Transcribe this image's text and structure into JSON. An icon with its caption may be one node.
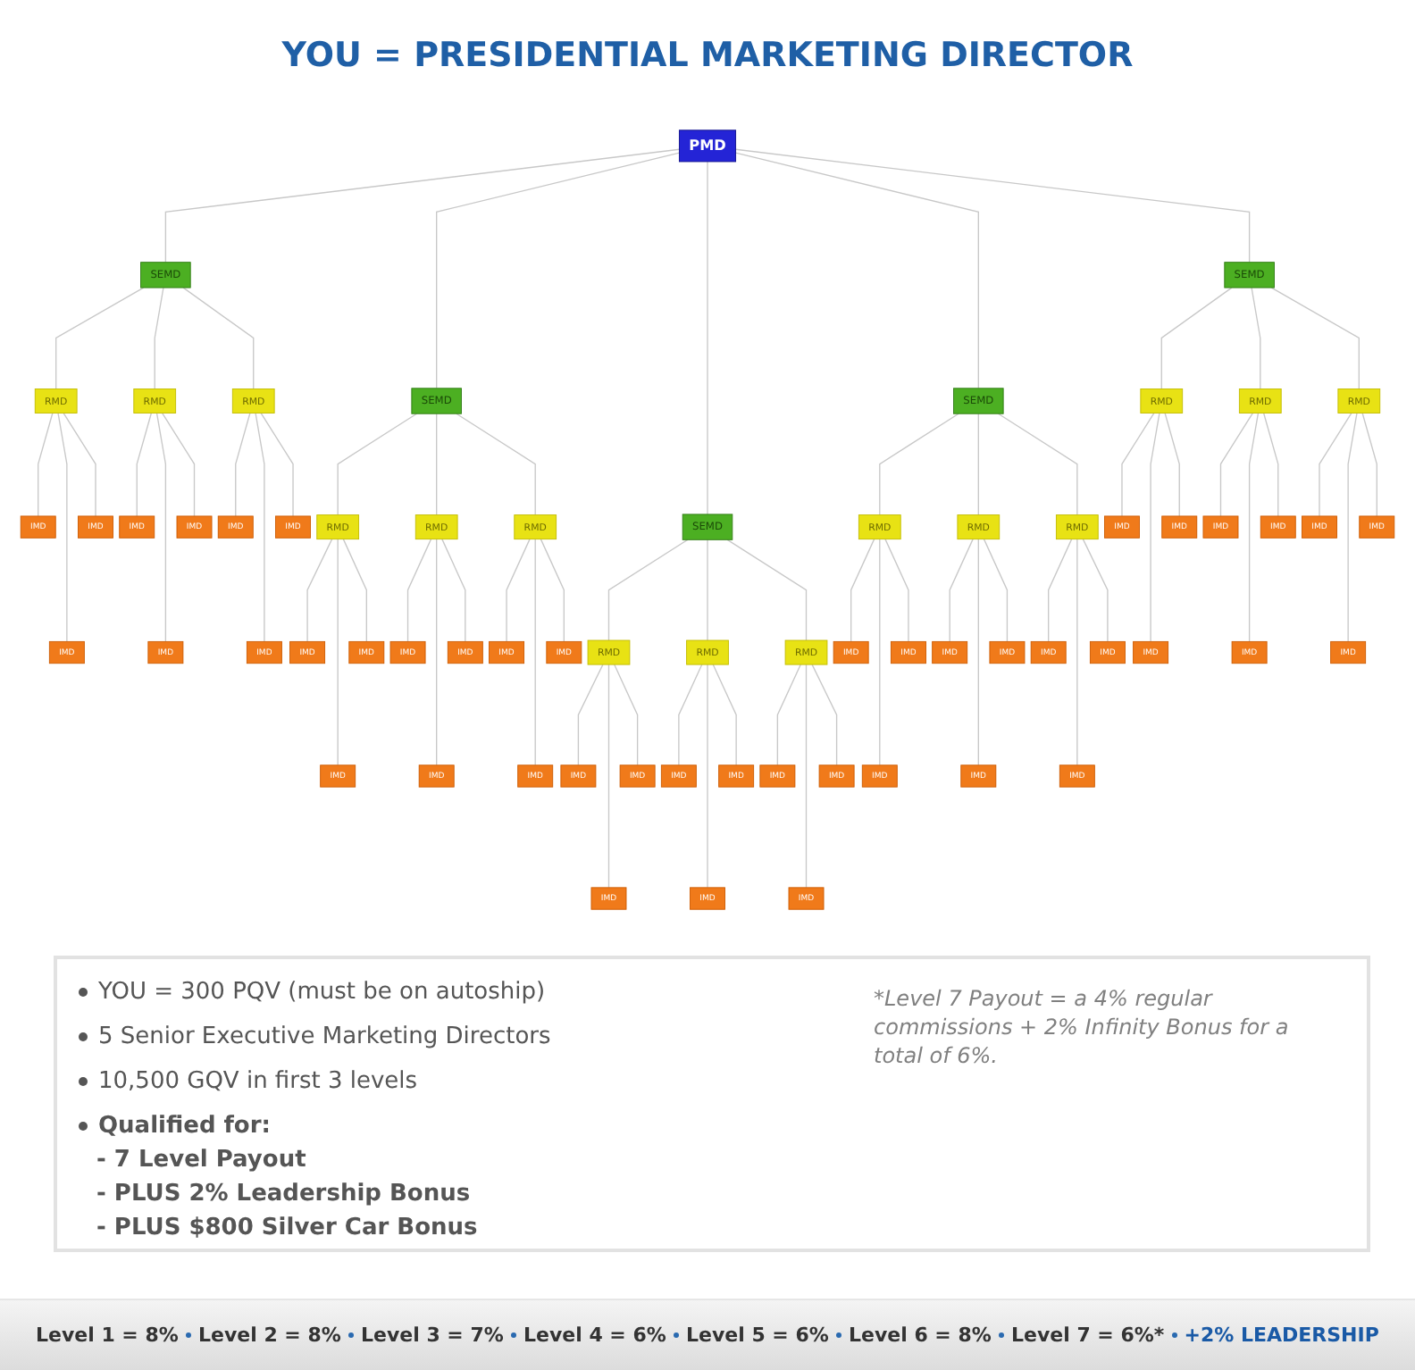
{
  "diagram": {
    "title": "YOU = PRESIDENTIAL MARKETING DIRECTOR",
    "nodes": [
      {
        "text": [
          "PMD"
        ]
      },
      {
        "text": [
          "SEMD"
        ]
      },
      {
        "text": [
          "RMD"
        ]
      },
      {
        "text": [
          "IMD"
        ]
      },
      {
        "text": [
          "IMD"
        ]
      },
      {
        "text": [
          "IMD"
        ]
      },
      {
        "text": [
          "RMD"
        ]
      },
      {
        "text": [
          "IMD"
        ]
      },
      {
        "text": [
          "IMD"
        ]
      },
      {
        "text": [
          "IMD"
        ]
      },
      {
        "text": [
          "RMD"
        ]
      },
      {
        "text": [
          "IMD"
        ]
      },
      {
        "text": [
          "IMD"
        ]
      },
      {
        "text": [
          "IMD"
        ]
      },
      {
        "text": [
          "SEMD"
        ]
      },
      {
        "text": [
          "RMD"
        ]
      },
      {
        "text": [
          "IMD"
        ]
      },
      {
        "text": [
          "IMD"
        ]
      },
      {
        "text": [
          "IMD"
        ]
      },
      {
        "text": [
          "RMD"
        ]
      },
      {
        "text": [
          "IMD"
        ]
      },
      {
        "text": [
          "IMD"
        ]
      },
      {
        "text": [
          "IMD"
        ]
      },
      {
        "text": [
          "RMD"
        ]
      },
      {
        "text": [
          "IMD"
        ]
      },
      {
        "text": [
          "IMD"
        ]
      },
      {
        "text": [
          "IMD"
        ]
      },
      {
        "text": [
          "SEMD"
        ]
      },
      {
        "text": [
          "RMD"
        ]
      },
      {
        "text": [
          "IMD"
        ]
      },
      {
        "text": [
          "IMD"
        ]
      },
      {
        "text": [
          "IMD"
        ]
      },
      {
        "text": [
          "RMD"
        ]
      },
      {
        "text": [
          "IMD"
        ]
      },
      {
        "text": [
          "IMD"
        ]
      },
      {
        "text": [
          "IMD"
        ]
      },
      {
        "text": [
          "RMD"
        ]
      },
      {
        "text": [
          "IMD"
        ]
      },
      {
        "text": [
          "IMD"
        ]
      },
      {
        "text": [
          "IMD"
        ]
      },
      {
        "text": [
          "SEMD"
        ]
      },
      {
        "text": [
          "RMD"
        ]
      },
      {
        "text": [
          "IMD"
        ]
      },
      {
        "text": [
          "IMD"
        ]
      },
      {
        "text": [
          "IMD"
        ]
      },
      {
        "text": [
          "RMD"
        ]
      },
      {
        "text": [
          "IMD"
        ]
      },
      {
        "text": [
          "IMD"
        ]
      },
      {
        "text": [
          "IMD"
        ]
      },
      {
        "text": [
          "RMD"
        ]
      },
      {
        "text": [
          "IMD"
        ]
      },
      {
        "text": [
          "IMD"
        ]
      },
      {
        "text": [
          "IMD"
        ]
      },
      {
        "text": [
          "SEMD"
        ]
      },
      {
        "text": [
          "RMD"
        ]
      },
      {
        "text": [
          "IMD"
        ]
      },
      {
        "text": [
          "IMD"
        ]
      },
      {
        "text": [
          "IMD"
        ]
      },
      {
        "text": [
          "RMD"
        ]
      },
      {
        "text": [
          "IMD"
        ]
      },
      {
        "text": [
          "IMD"
        ]
      },
      {
        "text": [
          "IMD"
        ]
      },
      {
        "text": [
          "RMD"
        ]
      },
      {
        "text": [
          "IMD"
        ]
      },
      {
        "text": [
          "IMD"
        ]
      },
      {
        "text": [
          "IMD"
        ]
      }
    ],
    "edges": [
      {
        "from": 0,
        "to": 1,
        "arrow": "none"
      },
      {
        "from": 1,
        "to": 2,
        "arrow": "none"
      },
      {
        "from": 2,
        "to": 3,
        "arrow": "none"
      },
      {
        "from": 2,
        "to": 4,
        "arrow": "none"
      },
      {
        "from": 2,
        "to": 5,
        "arrow": "none"
      },
      {
        "from": 1,
        "to": 6,
        "arrow": "none"
      },
      {
        "from": 6,
        "to": 7,
        "arrow": "none"
      },
      {
        "from": 6,
        "to": 8,
        "arrow": "none"
      },
      {
        "from": 6,
        "to": 9,
        "arrow": "none"
      },
      {
        "from": 1,
        "to": 10,
        "arrow": "none"
      },
      {
        "from": 10,
        "to": 11,
        "arrow": "none"
      },
      {
        "from": 10,
        "to": 12,
        "arrow": "none"
      },
      {
        "from": 10,
        "to": 13,
        "arrow": "none"
      },
      {
        "from": 0,
        "to": 14,
        "arrow": "none"
      },
      {
        "from": 14,
        "to": 15,
        "arrow": "none"
      },
      {
        "from": 15,
        "to": 16,
        "arrow": "none"
      },
      {
        "from": 15,
        "to": 17,
        "arrow": "none"
      },
      {
        "from": 15,
        "to": 18,
        "arrow": "none"
      },
      {
        "from": 14,
        "to": 19,
        "arrow": "none"
      },
      {
        "from": 19,
        "to": 20,
        "arrow": "none"
      },
      {
        "from": 19,
        "to": 21,
        "arrow": "none"
      },
      {
        "from": 19,
        "to": 22,
        "arrow": "none"
      },
      {
        "from": 14,
        "to": 23,
        "arrow": "none"
      },
      {
        "from": 23,
        "to": 24,
        "arrow": "none"
      },
      {
        "from": 23,
        "to": 25,
        "arrow": "none"
      },
      {
        "from": 23,
        "to": 26,
        "arrow": "none"
      },
      {
        "from": 0,
        "to": 27,
        "arrow": "none"
      },
      {
        "from": 27,
        "to": 28,
        "arrow": "none"
      },
      {
        "from": 28,
        "to": 29,
        "arrow": "none"
      },
      {
        "from": 28,
        "to": 30,
        "arrow": "none"
      },
      {
        "from": 28,
        "to": 31,
        "arrow": "none"
      },
      {
        "from": 27,
        "to": 32,
        "arrow": "none"
      },
      {
        "from": 32,
        "to": 33,
        "arrow": "none"
      },
      {
        "from": 32,
        "to": 34,
        "arrow": "none"
      },
      {
        "from": 32,
        "to": 35,
        "arrow": "none"
      },
      {
        "from": 27,
        "to": 36,
        "arrow": "none"
      },
      {
        "from": 36,
        "to": 37,
        "arrow": "none"
      },
      {
        "from": 36,
        "to": 38,
        "arrow": "none"
      },
      {
        "from": 36,
        "to": 39,
        "arrow": "none"
      },
      {
        "from": 0,
        "to": 40,
        "arrow": "none"
      },
      {
        "from": 40,
        "to": 41,
        "arrow": "none"
      },
      {
        "from": 41,
        "to": 42,
        "arrow": "none"
      },
      {
        "from": 41,
        "to": 43,
        "arrow": "none"
      },
      {
        "from": 41,
        "to": 44,
        "arrow": "none"
      },
      {
        "from": 40,
        "to": 45,
        "arrow": "none"
      },
      {
        "from": 45,
        "to": 46,
        "arrow": "none"
      },
      {
        "from": 45,
        "to": 47,
        "arrow": "none"
      },
      {
        "from": 45,
        "to": 48,
        "arrow": "none"
      },
      {
        "from": 40,
        "to": 49,
        "arrow": "none"
      },
      {
        "from": 49,
        "to": 50,
        "arrow": "none"
      },
      {
        "from": 49,
        "to": 51,
        "arrow": "none"
      },
      {
        "from": 49,
        "to": 52,
        "arrow": "none"
      },
      {
        "from": 0,
        "to": 53,
        "arrow": "none"
      },
      {
        "from": 53,
        "to": 54,
        "arrow": "none"
      },
      {
        "from": 54,
        "to": 55,
        "arrow": "none"
      },
      {
        "from": 54,
        "to": 56,
        "arrow": "none"
      },
      {
        "from": 54,
        "to": 57,
        "arrow": "none"
      },
      {
        "from": 53,
        "to": 58,
        "arrow": "none"
      },
      {
        "from": 58,
        "to": 59,
        "arrow": "none"
      },
      {
        "from": 58,
        "to": 60,
        "arrow": "none"
      },
      {
        "from": 58,
        "to": 61,
        "arrow": "none"
      },
      {
        "from": 53,
        "to": 62,
        "arrow": "none"
      },
      {
        "from": 62,
        "to": 63,
        "arrow": "none"
      },
      {
        "from": 62,
        "to": 64,
        "arrow": "none"
      },
      {
        "from": 62,
        "to": 65,
        "arrow": "none"
      }
    ],
    "labels": [
      "YOU = 300 PQV (must be on autoship)",
      "5 Senior Executive Marketing Directors",
      "10,500 GQV in first 3 levels",
      "Qualified for:",
      "- 7 Level Payout",
      "- PLUS 2% Leadership Bonus",
      "- PLUS $800 Silver Car Bonus",
      "*Level 7 Payout = a 4% regular commissions + 2% Infinity Bonus for a total of 6%.",
      "Level 1 = 8%",
      "Level 2 = 8%",
      "Level 3 = 7%",
      "Level 4 = 6%",
      "Level 5 = 6%",
      "Level 6 = 8%",
      "Level 7 = 6%*",
      "+2% LEADERSHIP"
    ]
  }
}
